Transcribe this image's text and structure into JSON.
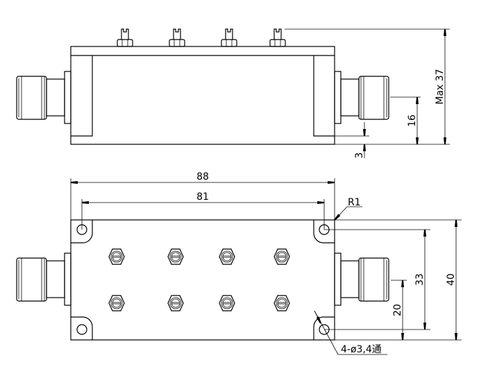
{
  "drawing": {
    "side_view": {
      "dimensions": {
        "height_max": "Max 37",
        "connector_height": "16",
        "base_offset": "3"
      }
    },
    "top_view": {
      "dimensions": {
        "overall_length": "88",
        "hole_spacing_x": "81",
        "corner_radius": "R1",
        "overall_width": "40",
        "hole_spacing_y": "33",
        "connector_offset": "20",
        "holes_note": "4-ø3,4通"
      }
    },
    "colors": {
      "line": "#000000",
      "background": "#ffffff"
    }
  }
}
